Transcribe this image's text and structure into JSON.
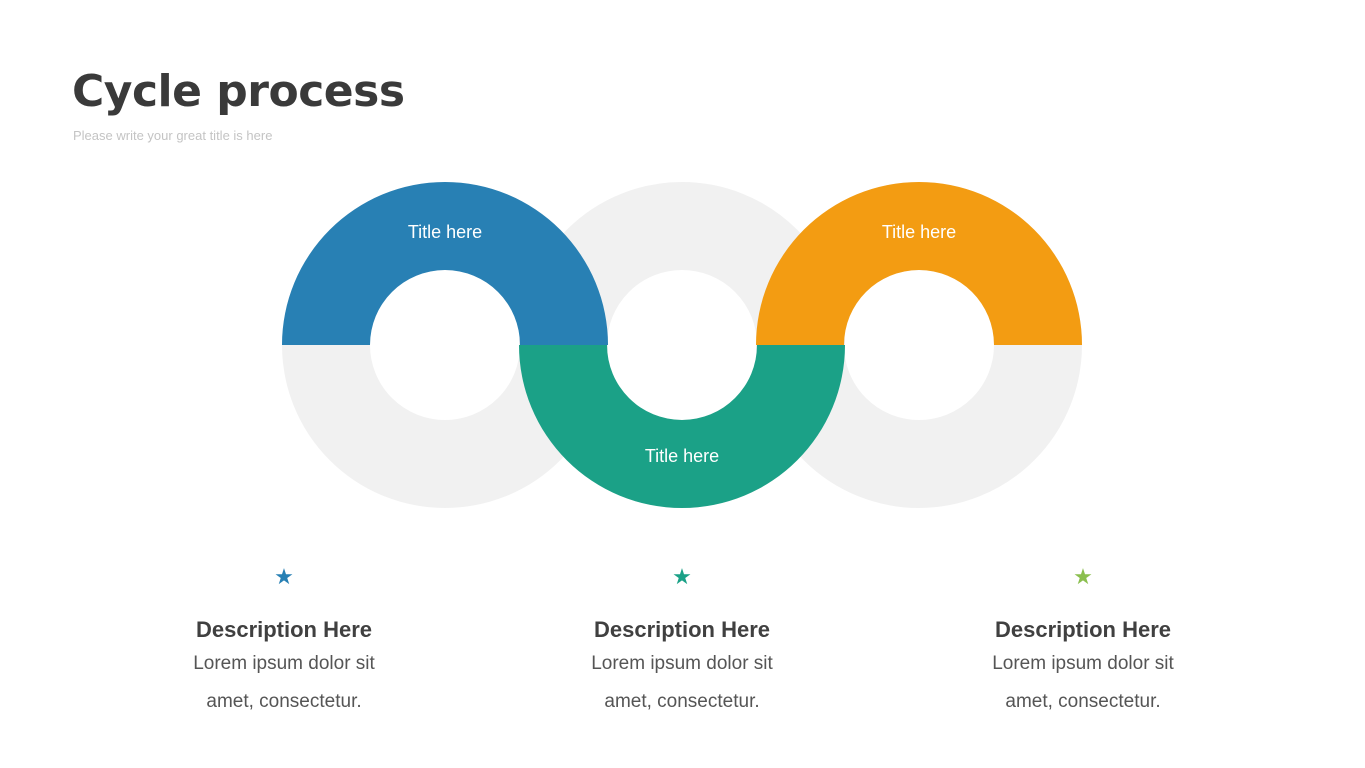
{
  "header": {
    "title": "Cycle process",
    "subtitle": "Please write your great title is here"
  },
  "rings": [
    {
      "label": "Title here",
      "color": "#2880b4",
      "half": "top"
    },
    {
      "label": "Title here",
      "color": "#1ba187",
      "half": "bottom"
    },
    {
      "label": "Title here",
      "color": "#f39c12",
      "half": "top"
    }
  ],
  "ring_background": "#f1f1f1",
  "descriptions": [
    {
      "icon": "star-icon",
      "color": "#2880b4",
      "heading": "Description Here",
      "line1": "Lorem ipsum dolor sit",
      "line2": "amet, consectetur."
    },
    {
      "icon": "star-icon",
      "color": "#1ba187",
      "heading": "Description Here",
      "line1": "Lorem ipsum dolor sit",
      "line2": "amet, consectetur."
    },
    {
      "icon": "star-icon",
      "color": "#8bbf4f",
      "heading": "Description Here",
      "line1": "Lorem ipsum dolor sit",
      "line2": "amet, consectetur."
    }
  ]
}
